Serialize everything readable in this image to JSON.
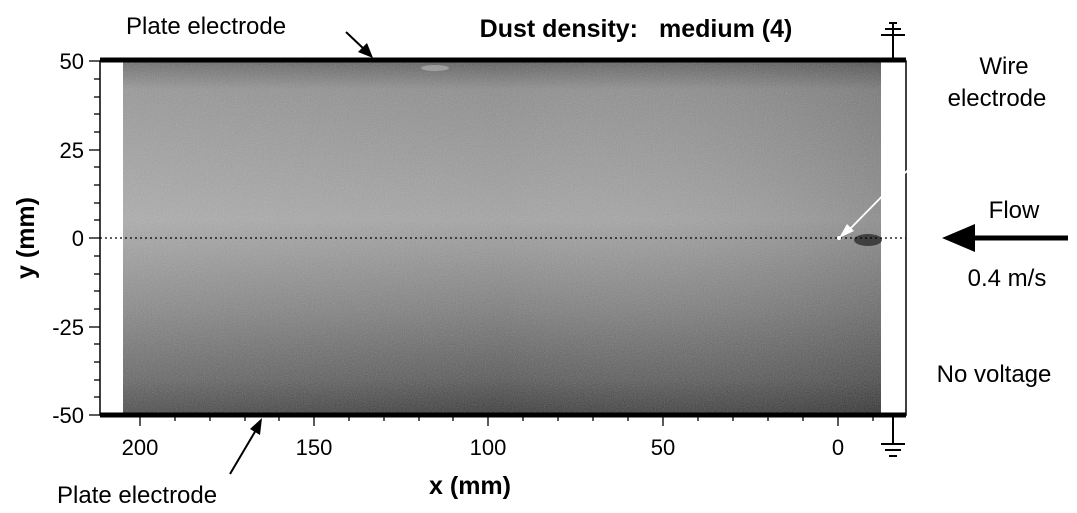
{
  "title": {
    "prefix": "Dust density:",
    "value": "medium (4)"
  },
  "annotations": {
    "plate_top": "Plate electrode",
    "plate_bottom": "Plate electrode",
    "wire_line1": "Wire",
    "wire_line2": "electrode",
    "flow": "Flow",
    "flow_speed": "0.4 m/s",
    "voltage": "No voltage"
  },
  "axes": {
    "xlabel": "x (mm)",
    "ylabel": "y (mm)",
    "x_ticks": [
      "200",
      "150",
      "100",
      "50",
      "0"
    ],
    "y_ticks": [
      "50",
      "25",
      "0",
      "-25",
      "-50"
    ],
    "x_range_mm": [
      210,
      -10
    ],
    "y_range_mm": [
      -50,
      50
    ]
  },
  "image": {
    "description_kind": "grayscale-laser-sheet-photo",
    "colors": {
      "image_mid": "#8a8a8a",
      "image_dark": "#3a3a3a",
      "image_light": "#b5b5b5",
      "plate": "#000000",
      "wire_arrow": "#ffffff"
    }
  }
}
